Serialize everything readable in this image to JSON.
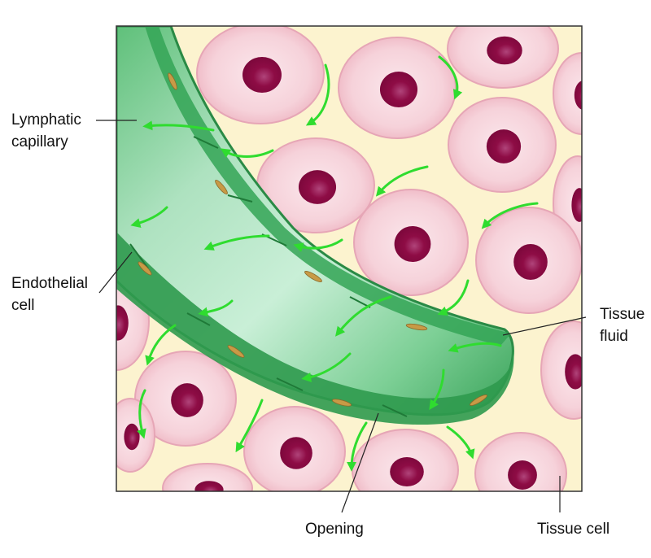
{
  "diagram": {
    "labels": {
      "lymphatic_capillary": [
        "Lymphatic",
        "capillary"
      ],
      "endothelial_cell": [
        "Endothelial",
        "cell"
      ],
      "tissue_fluid": [
        "Tissue",
        "fluid"
      ],
      "opening": "Opening",
      "tissue_cell": "Tissue cell"
    },
    "colors": {
      "tissue_fluid": "#fcf3cf",
      "tissue_cell": "#f5cdd6",
      "tissue_cell_edge": "#e7a9b8",
      "nucleus": "#8e0c45",
      "capillary_dark": "#2e9a4c",
      "capillary_light": "#bfead0",
      "arrow": "#33e233",
      "frame": "#333333"
    },
    "icons": [
      "flow-arrow"
    ]
  }
}
